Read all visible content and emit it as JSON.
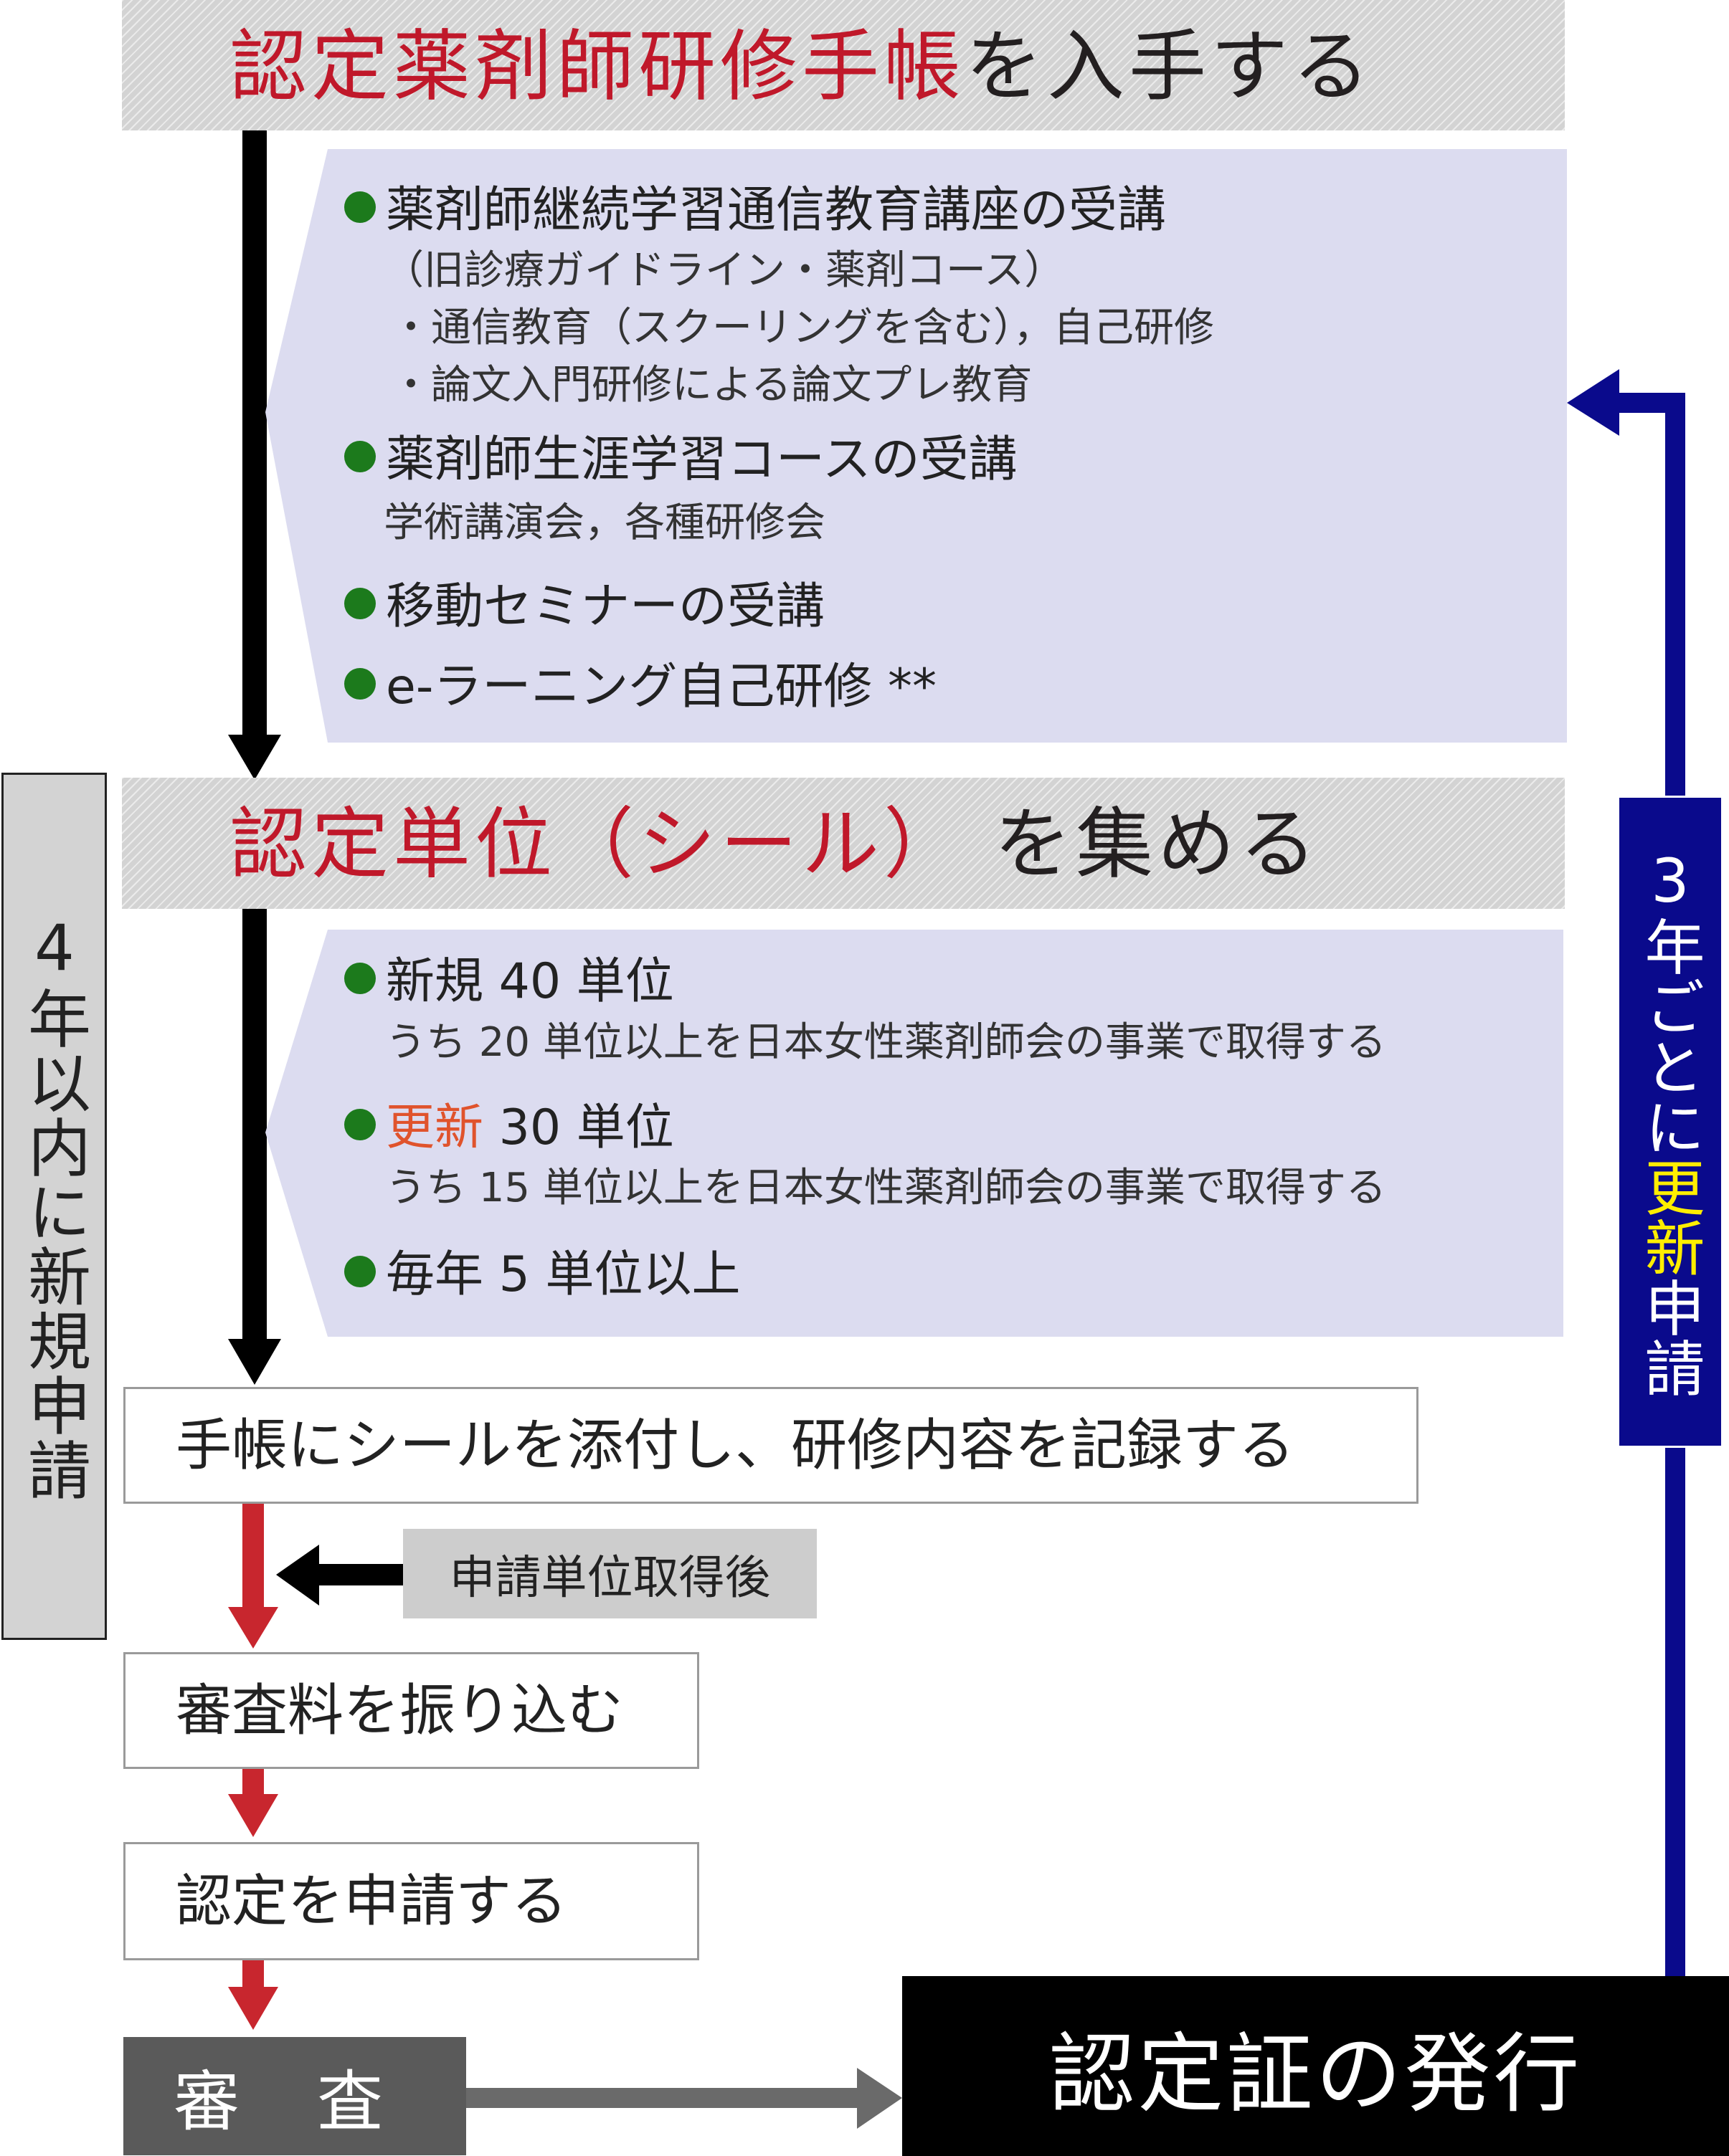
{
  "step1": {
    "title_red": "認定薬剤師研修手帳",
    "title_rest": "を入手する"
  },
  "panel1": {
    "items": [
      {
        "label": "薬剤師継続学習通信教育講座の受講",
        "details": [
          "（旧診療ガイドライン・薬剤コース）",
          "・通信教育（スクーリングを含む），自己研修",
          "・論文入門研修による論文プレ教育"
        ]
      },
      {
        "label": "薬剤師生涯学習コースの受講",
        "details": [
          "学術講演会，各種研修会"
        ]
      },
      {
        "label": "移動セミナーの受講",
        "details": []
      },
      {
        "label": "e-ラーニング自己研修 **",
        "details": []
      }
    ]
  },
  "step2": {
    "title_red": "認定単位（シール）",
    "title_rest": "を集める"
  },
  "panel2": {
    "items": [
      {
        "label": "新規 40 単位",
        "details": [
          "うち 20 単位以上を日本女性薬剤師会の事業で取得する"
        ]
      },
      {
        "label_highlight": "更新",
        "label": " 30 単位",
        "details": [
          "うち 15 単位以上を日本女性薬剤師会の事業で取得する"
        ]
      },
      {
        "label": "毎年 5 単位以上",
        "details": []
      }
    ]
  },
  "left_bar": {
    "text": "4年以内に新規申請"
  },
  "right_bar": {
    "text_before": "3年ごとに",
    "text_highlight": "更新",
    "text_after": "申請"
  },
  "step3": {
    "text": "手帳にシールを添付し、研修内容を記録する"
  },
  "condition": {
    "text": "申請単位取得後"
  },
  "step4": {
    "text": "審査料を振り込む"
  },
  "step5": {
    "text": "認定を申請する"
  },
  "step6": {
    "text": "審　査"
  },
  "result": {
    "text": "認定証の発行"
  },
  "colors": {
    "red_text": "#c0182a",
    "green_bullet": "#1c7a1c",
    "orange_highlight": "#e0532c",
    "panel_bg": "#dcdcf0",
    "navy": "#0a0a8c",
    "yellow": "#ffee00",
    "arrow_red": "#c8262e",
    "gray_box": "#5a5a5a"
  }
}
